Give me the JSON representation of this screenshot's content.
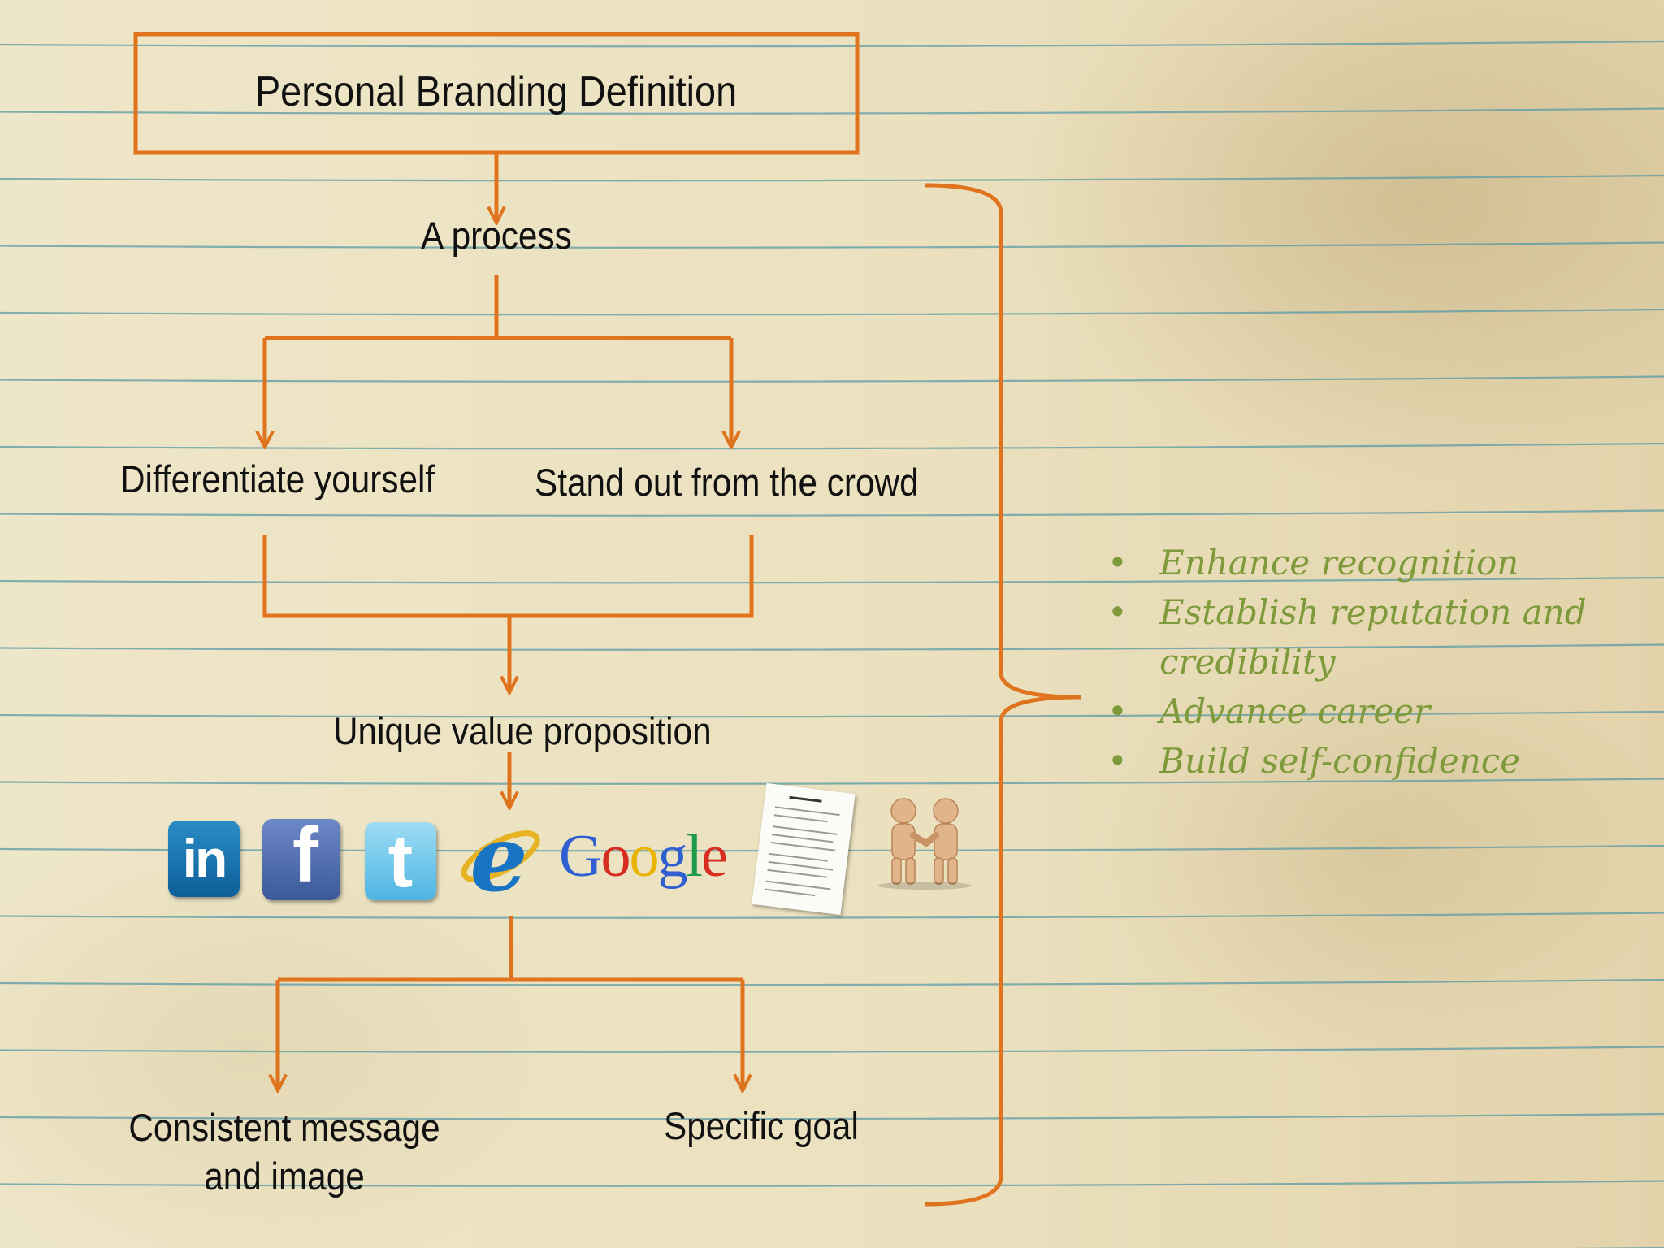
{
  "diagram": {
    "title": "Personal Branding Definition",
    "nodes": {
      "process": "A process",
      "differentiate": "Differentiate yourself",
      "stand_out": "Stand out from the crowd",
      "uvp": "Unique value proposition",
      "consistent_line1": "Consistent message",
      "consistent_line2": "and image",
      "goal": "Specific goal"
    },
    "icons": [
      "linkedin-logo",
      "facebook-logo",
      "twitter-logo",
      "internet-explorer-logo",
      "google-logo",
      "resume-document",
      "handshake-figures"
    ],
    "icon_text": {
      "linkedin": "in",
      "facebook": "f",
      "twitter": "t",
      "ie": "e",
      "google": [
        "G",
        "o",
        "o",
        "g",
        "l",
        "e"
      ]
    }
  },
  "benefits": [
    "Enhance recognition",
    "Establish reputation and credibility",
    "Advance career",
    "Build self-confidence"
  ],
  "colors": {
    "connector": "#e0741e",
    "benefit_text": "#7e9a3b",
    "ruled_line": "#5b9aa6",
    "paper": "#ece2c2"
  }
}
